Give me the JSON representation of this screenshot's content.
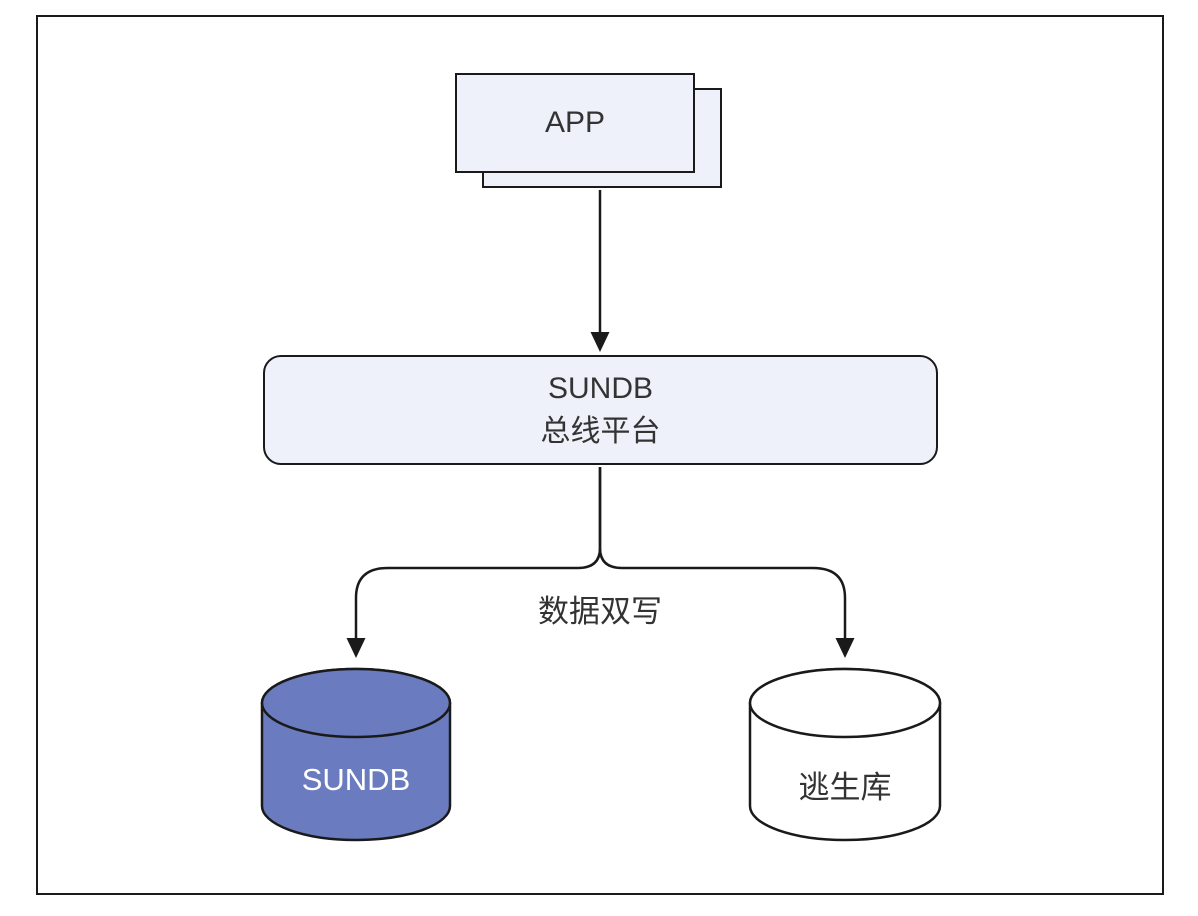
{
  "diagram": {
    "app": {
      "label": "APP"
    },
    "platform": {
      "line1": "SUNDB",
      "line2": "总线平台"
    },
    "branch_label": "数据双写",
    "primary_db": {
      "label": "SUNDB"
    },
    "escape_db": {
      "label": "逃生库"
    },
    "colors": {
      "node_fill": "#eef1f9",
      "stroke": "#1a1a1a",
      "primary_db_fill": "#6a7cbf",
      "escape_db_fill": "#ffffff",
      "text_dark": "#333333",
      "db_text_light": "#ffffff"
    }
  }
}
